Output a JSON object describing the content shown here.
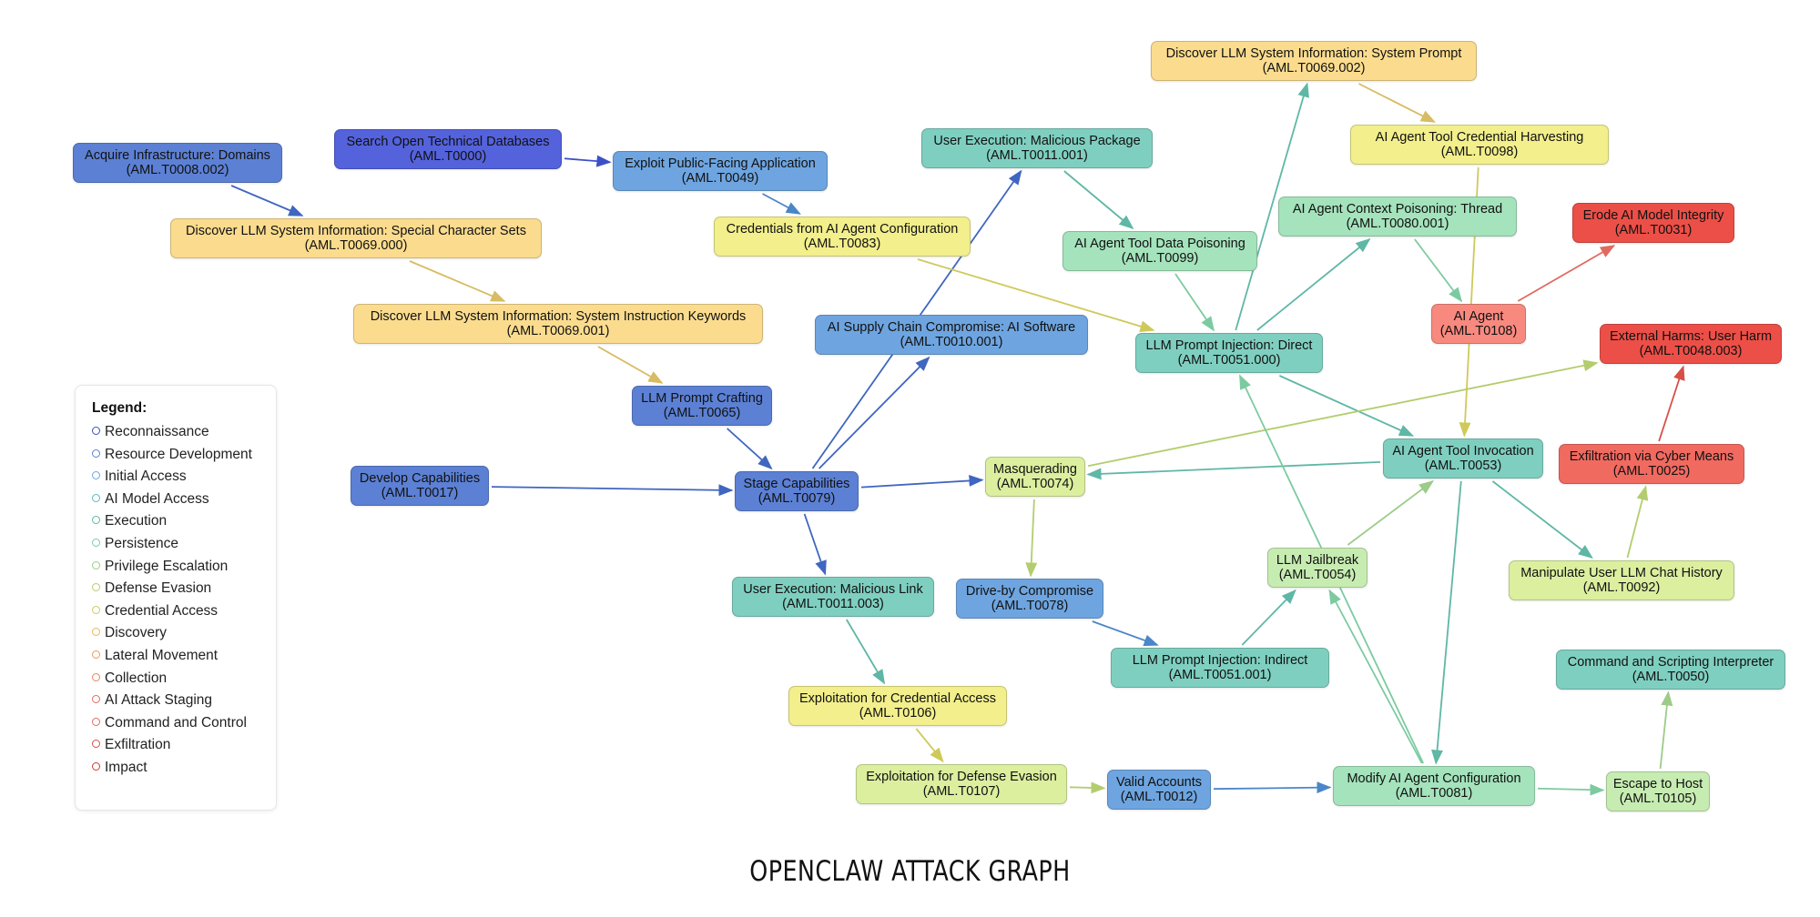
{
  "diagram": {
    "nodes": [
      {
        "id": "n_acquire_domains",
        "name": "Acquire Infrastructure: Domains",
        "code": "(AML.T0008.002)",
        "tactic": "resource-development"
      },
      {
        "id": "n_search_open",
        "name": "Search Open Technical Databases",
        "code": "(AML.T0000)",
        "tactic": "reconnaissance"
      },
      {
        "id": "n_exploit_public",
        "name": "Exploit Public-Facing Application",
        "code": "(AML.T0049)",
        "tactic": "initial-access"
      },
      {
        "id": "n_special_chars",
        "name": "Discover LLM System Information: Special Character Sets",
        "code": "(AML.T0069.000)",
        "tactic": "discovery"
      },
      {
        "id": "n_sys_keywords",
        "name": "Discover LLM System Information: System Instruction Keywords",
        "code": "(AML.T0069.001)",
        "tactic": "discovery"
      },
      {
        "id": "n_creds_agent_config",
        "name": "Credentials from AI Agent Configuration",
        "code": "(AML.T0083)",
        "tactic": "credential-access"
      },
      {
        "id": "n_user_exec_pkg",
        "name": "User Execution: Malicious Package",
        "code": "(AML.T0011.001)",
        "tactic": "execution"
      },
      {
        "id": "n_sys_prompt",
        "name": "Discover LLM System Information: System Prompt",
        "code": "(AML.T0069.002)",
        "tactic": "discovery"
      },
      {
        "id": "n_tool_cred_harvest",
        "name": "AI Agent Tool Credential Harvesting",
        "code": "(AML.T0098)",
        "tactic": "credential-access"
      },
      {
        "id": "n_ctx_poison_thread",
        "name": "AI Agent Context Poisoning: Thread",
        "code": "(AML.T0080.001)",
        "tactic": "persistence"
      },
      {
        "id": "n_erode_integrity",
        "name": "Erode AI Model Integrity",
        "code": "(AML.T0031)",
        "tactic": "impact"
      },
      {
        "id": "n_tool_data_poison",
        "name": "AI Agent Tool Data Poisoning",
        "code": "(AML.T0099)",
        "tactic": "persistence"
      },
      {
        "id": "n_ai_agent",
        "name": "AI Agent",
        "code": "(AML.T0108)",
        "tactic": "command-and-control"
      },
      {
        "id": "n_supply_chain",
        "name": "AI Supply Chain Compromise: AI Software",
        "code": "(AML.T0010.001)",
        "tactic": "initial-access"
      },
      {
        "id": "n_prompt_inj_direct",
        "name": "LLM Prompt Injection: Direct",
        "code": "(AML.T0051.000)",
        "tactic": "execution"
      },
      {
        "id": "n_external_harms",
        "name": "External Harms: User Harm",
        "code": "(AML.T0048.003)",
        "tactic": "impact"
      },
      {
        "id": "n_prompt_crafting",
        "name": "LLM Prompt Crafting",
        "code": "(AML.T0065)",
        "tactic": "resource-development"
      },
      {
        "id": "n_develop_caps",
        "name": "Develop Capabilities",
        "code": "(AML.T0017)",
        "tactic": "resource-development"
      },
      {
        "id": "n_stage_caps",
        "name": "Stage Capabilities",
        "code": "(AML.T0079)",
        "tactic": "resource-development"
      },
      {
        "id": "n_masquerading",
        "name": "Masquerading",
        "code": "(AML.T0074)",
        "tactic": "defense-evasion"
      },
      {
        "id": "n_tool_invocation",
        "name": "AI Agent Tool Invocation",
        "code": "(AML.T0053)",
        "tactic": "execution"
      },
      {
        "id": "n_exfil_cyber",
        "name": "Exfiltration via Cyber Means",
        "code": "(AML.T0025)",
        "tactic": "exfiltration"
      },
      {
        "id": "n_user_exec_link",
        "name": "User Execution: Malicious Link",
        "code": "(AML.T0011.003)",
        "tactic": "execution"
      },
      {
        "id": "n_driveby",
        "name": "Drive-by Compromise",
        "code": "(AML.T0078)",
        "tactic": "initial-access"
      },
      {
        "id": "n_jailbreak",
        "name": "LLM Jailbreak",
        "code": "(AML.T0054)",
        "tactic": "privilege-escalation"
      },
      {
        "id": "n_manipulate_chat",
        "name": "Manipulate User LLM Chat History",
        "code": "(AML.T0092)",
        "tactic": "defense-evasion"
      },
      {
        "id": "n_prompt_inj_indirect",
        "name": "LLM Prompt Injection: Indirect",
        "code": "(AML.T0051.001)",
        "tactic": "execution"
      },
      {
        "id": "n_cmd_scripting",
        "name": "Command and Scripting Interpreter",
        "code": "(AML.T0050)",
        "tactic": "execution"
      },
      {
        "id": "n_exploit_cred_access",
        "name": "Exploitation for Credential Access",
        "code": "(AML.T0106)",
        "tactic": "credential-access"
      },
      {
        "id": "n_exploit_def_evasion",
        "name": "Exploitation for Defense Evasion",
        "code": "(AML.T0107)",
        "tactic": "defense-evasion"
      },
      {
        "id": "n_valid_accounts",
        "name": "Valid Accounts",
        "code": "(AML.T0012)",
        "tactic": "initial-access"
      },
      {
        "id": "n_modify_agent_config",
        "name": "Modify AI Agent Configuration",
        "code": "(AML.T0081)",
        "tactic": "persistence"
      },
      {
        "id": "n_escape_host",
        "name": "Escape to Host",
        "code": "(AML.T0105)",
        "tactic": "privilege-escalation"
      }
    ],
    "edges": [
      {
        "from": "n_acquire_domains",
        "to": "n_special_chars"
      },
      {
        "from": "n_search_open",
        "to": "n_exploit_public"
      },
      {
        "from": "n_exploit_public",
        "to": "n_creds_agent_config"
      },
      {
        "from": "n_special_chars",
        "to": "n_sys_keywords"
      },
      {
        "from": "n_sys_keywords",
        "to": "n_prompt_crafting"
      },
      {
        "from": "n_prompt_crafting",
        "to": "n_stage_caps"
      },
      {
        "from": "n_develop_caps",
        "to": "n_stage_caps"
      },
      {
        "from": "n_stage_caps",
        "to": "n_supply_chain"
      },
      {
        "from": "n_stage_caps",
        "to": "n_user_exec_pkg"
      },
      {
        "from": "n_stage_caps",
        "to": "n_masquerading"
      },
      {
        "from": "n_stage_caps",
        "to": "n_user_exec_link"
      },
      {
        "from": "n_user_exec_pkg",
        "to": "n_tool_data_poison"
      },
      {
        "from": "n_tool_data_poison",
        "to": "n_prompt_inj_direct"
      },
      {
        "from": "n_creds_agent_config",
        "to": "n_prompt_inj_direct"
      },
      {
        "from": "n_prompt_inj_direct",
        "to": "n_sys_prompt"
      },
      {
        "from": "n_prompt_inj_direct",
        "to": "n_ctx_poison_thread"
      },
      {
        "from": "n_prompt_inj_direct",
        "to": "n_tool_invocation"
      },
      {
        "from": "n_sys_prompt",
        "to": "n_tool_cred_harvest"
      },
      {
        "from": "n_tool_cred_harvest",
        "to": "n_tool_invocation"
      },
      {
        "from": "n_ctx_poison_thread",
        "to": "n_ai_agent"
      },
      {
        "from": "n_ai_agent",
        "to": "n_erode_integrity"
      },
      {
        "from": "n_tool_invocation",
        "to": "n_masquerading"
      },
      {
        "from": "n_tool_invocation",
        "to": "n_manipulate_chat"
      },
      {
        "from": "n_tool_invocation",
        "to": "n_modify_agent_config"
      },
      {
        "from": "n_masquerading",
        "to": "n_external_harms"
      },
      {
        "from": "n_masquerading",
        "to": "n_driveby"
      },
      {
        "from": "n_driveby",
        "to": "n_prompt_inj_indirect"
      },
      {
        "from": "n_prompt_inj_indirect",
        "to": "n_jailbreak"
      },
      {
        "from": "n_jailbreak",
        "to": "n_tool_invocation"
      },
      {
        "from": "n_manipulate_chat",
        "to": "n_exfil_cyber"
      },
      {
        "from": "n_exfil_cyber",
        "to": "n_external_harms"
      },
      {
        "from": "n_user_exec_link",
        "to": "n_exploit_cred_access"
      },
      {
        "from": "n_exploit_cred_access",
        "to": "n_exploit_def_evasion"
      },
      {
        "from": "n_exploit_def_evasion",
        "to": "n_valid_accounts"
      },
      {
        "from": "n_valid_accounts",
        "to": "n_modify_agent_config"
      },
      {
        "from": "n_modify_agent_config",
        "to": "n_escape_host"
      },
      {
        "from": "n_modify_agent_config",
        "to": "n_prompt_inj_direct"
      },
      {
        "from": "n_modify_agent_config",
        "to": "n_jailbreak"
      },
      {
        "from": "n_escape_host",
        "to": "n_cmd_scripting"
      }
    ],
    "colors": {
      "reconnaissance": "#5462dc",
      "resource-development": "#5c80d4",
      "initial-access": "#6ea5e0",
      "execution": "#7fcfc0",
      "persistence": "#a4e3bc",
      "privilege-escalation": "#c7ecb2",
      "defense-evasion": "#dbef9f",
      "credential-access": "#f2ef8c",
      "discovery": "#fbdc8e",
      "command-and-control": "#f8897f",
      "exfiltration": "#f06a60",
      "impact": "#ec4f47"
    },
    "edge_colors": {
      "reconnaissance": "#3d4fc8",
      "resource-development": "#3f66c0",
      "initial-access": "#4a86c8",
      "execution": "#5fb7a5",
      "persistence": "#7ccaa0",
      "privilege-escalation": "#9ccc88",
      "defense-evasion": "#b3cd6e",
      "credential-access": "#cfc95a",
      "discovery": "#d8bb63",
      "command-and-control": "#e06a60",
      "exfiltration": "#d65047",
      "impact": "#cc3a33"
    }
  },
  "legend": {
    "title": "Legend:",
    "items": [
      {
        "label": "Reconnaissance",
        "color": "#3d4fc8"
      },
      {
        "label": "Resource Development",
        "color": "#5c80d4"
      },
      {
        "label": "Initial Access",
        "color": "#6ea5e0"
      },
      {
        "label": "AI Model Access",
        "color": "#5fb7c0"
      },
      {
        "label": "Execution",
        "color": "#5fb7a5"
      },
      {
        "label": "Persistence",
        "color": "#7ccaa0"
      },
      {
        "label": "Privilege Escalation",
        "color": "#9ccc88"
      },
      {
        "label": "Defense Evasion",
        "color": "#b3cd6e"
      },
      {
        "label": "Credential Access",
        "color": "#cfc95a"
      },
      {
        "label": "Discovery",
        "color": "#e8b45c"
      },
      {
        "label": "Lateral Movement",
        "color": "#e99a5c"
      },
      {
        "label": "Collection",
        "color": "#e8845c"
      },
      {
        "label": "AI Attack Staging",
        "color": "#e06a60"
      },
      {
        "label": "Command and Control",
        "color": "#e06a60"
      },
      {
        "label": "Exfiltration",
        "color": "#d65047"
      },
      {
        "label": "Impact",
        "color": "#cc3a33"
      }
    ]
  },
  "caption": "OPENCLAW ATTACK GRAPH"
}
